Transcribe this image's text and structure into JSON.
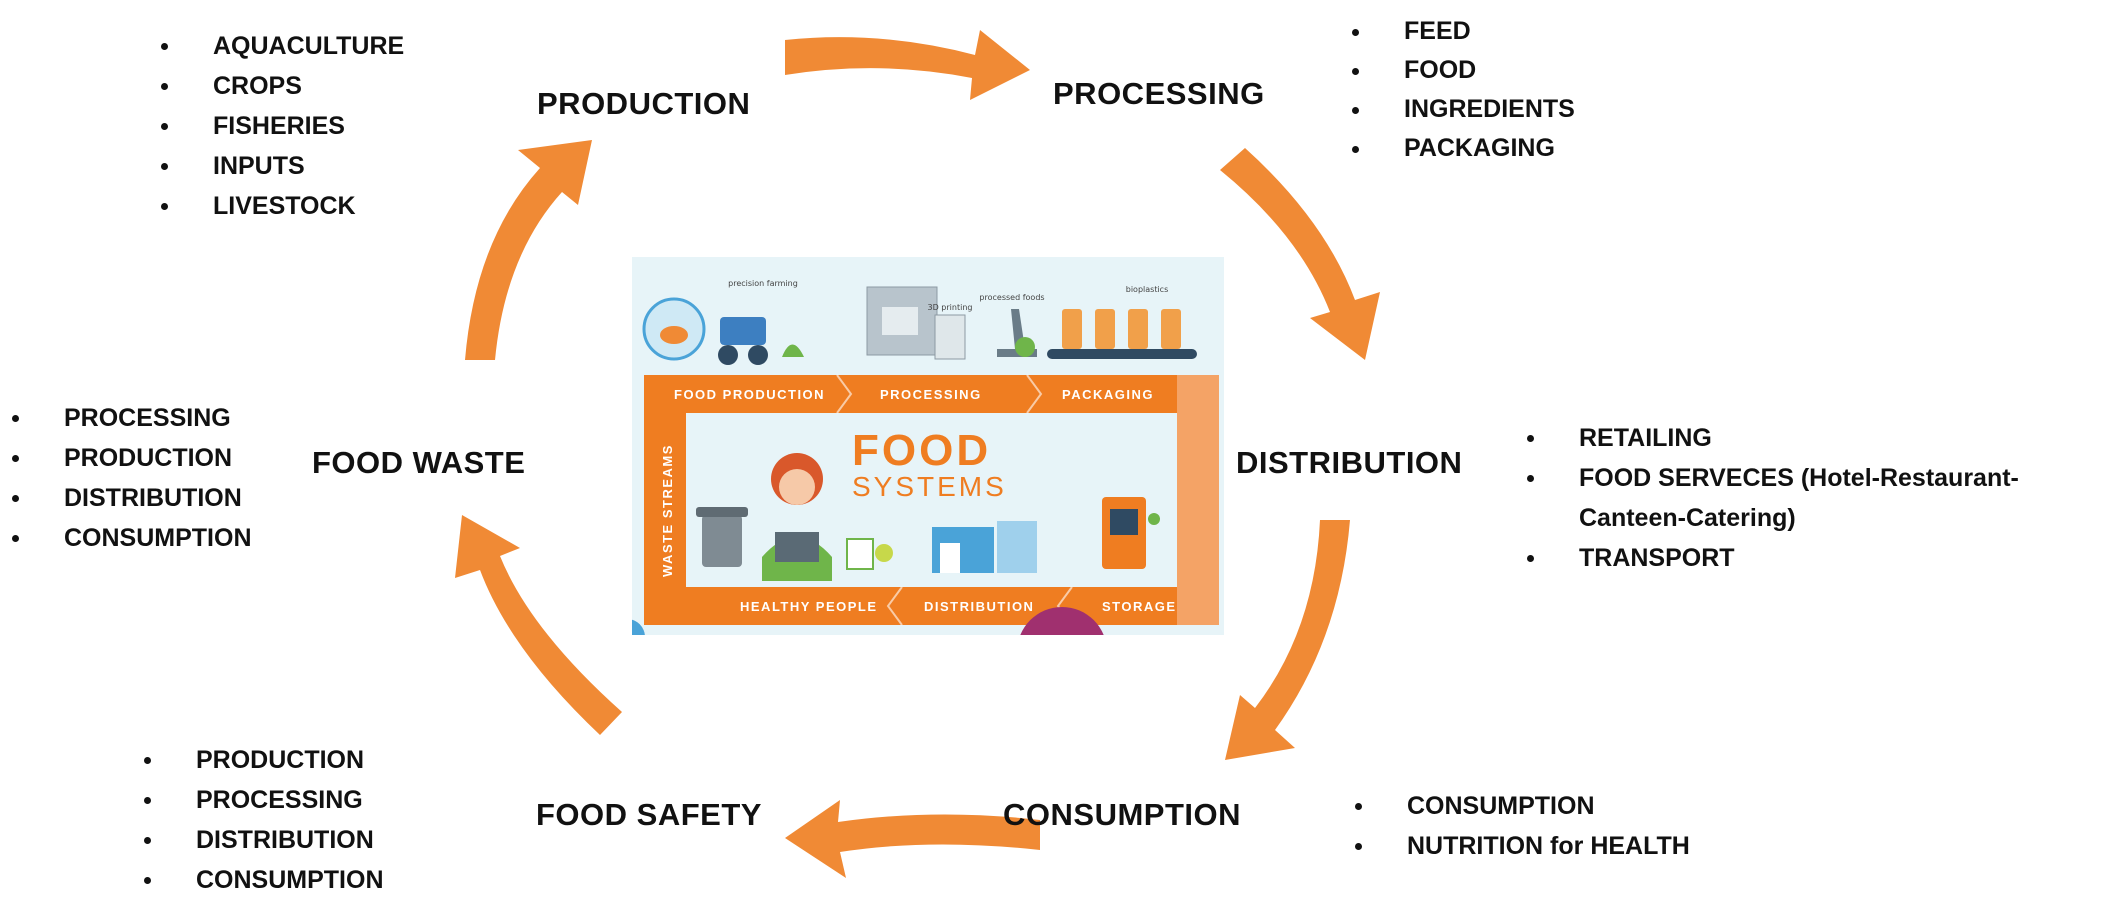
{
  "stages": {
    "production": "PRODUCTION",
    "processing": "PROCESSING",
    "distribution": "DISTRIBUTION",
    "consumption": "CONSUMPTION",
    "food_safety": "FOOD SAFETY",
    "food_waste": "FOOD WASTE"
  },
  "lists": {
    "production": [
      "AQUACULTURE",
      "CROPS",
      "FISHERIES",
      "INPUTS",
      "LIVESTOCK"
    ],
    "processing": [
      "FEED",
      "FOOD",
      "INGREDIENTS",
      "PACKAGING"
    ],
    "distribution": [
      "RETAILING",
      "FOOD SERVECES (Hotel-Restaurant-",
      "Canteen-Catering)",
      "TRANSPORT"
    ],
    "consumption": [
      "CONSUMPTION",
      "NUTRITION for HEALTH"
    ],
    "food_safety": [
      "PRODUCTION",
      "PROCESSING",
      "DISTRIBUTION",
      "CONSUMPTION"
    ],
    "food_waste": [
      "PROCESSING",
      "PRODUCTION",
      "DISTRIBUTION",
      "CONSUMPTION"
    ]
  },
  "center_image": {
    "title": "FOOD",
    "subtitle": "SYSTEMS",
    "top_band": [
      "FOOD PRODUCTION",
      "PROCESSING",
      "PACKAGING"
    ],
    "bottom_band": [
      "HEALTHY PEOPLE",
      "DISTRIBUTION",
      "STORAGE"
    ],
    "side_band": "WASTE STREAMS",
    "icon_labels": [
      "precision farming",
      "3D printing",
      "processed foods",
      "bioplastics"
    ]
  },
  "colors": {
    "arrow": "#f08a35",
    "band": "#ef7d21",
    "panel": "#e7f4f8"
  }
}
